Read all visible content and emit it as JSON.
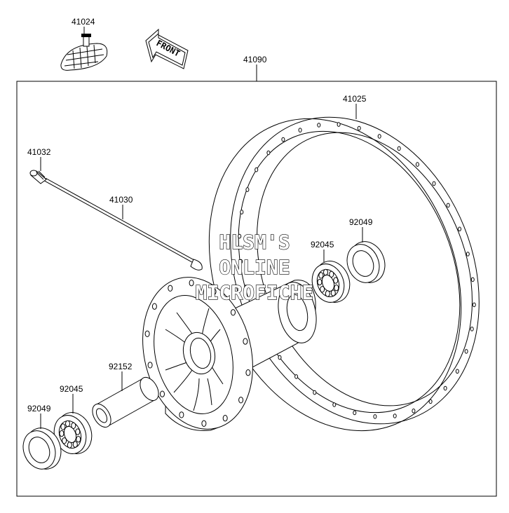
{
  "part_labels": {
    "p41024": "41024",
    "p41090": "41090",
    "p41025": "41025",
    "p41032": "41032",
    "p41030": "41030",
    "p92049_upper": "92049",
    "p92045_upper": "92045",
    "p92152": "92152",
    "p92045_lower": "92045",
    "p92049_lower": "92049"
  },
  "front_arrow": {
    "text": "FRONT"
  },
  "watermark": {
    "line1": "HLSM'S",
    "line2": "ONLINE",
    "line3": "MICROFICHE"
  }
}
